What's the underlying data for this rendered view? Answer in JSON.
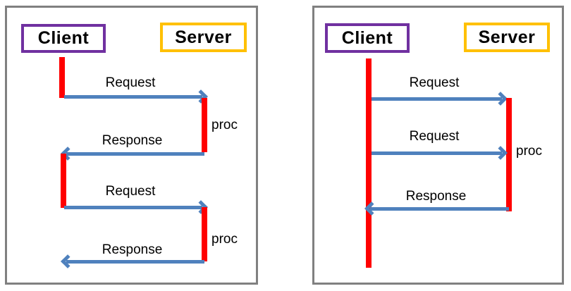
{
  "colors": {
    "panel_border": "#808080",
    "client_border": "#7030A0",
    "server_border": "#FFC000",
    "lifeline": "#FF0000",
    "arrow": "#4F81BD",
    "text": "#000000"
  },
  "diagram": {
    "panels": [
      {
        "client": "Client",
        "server": "Server",
        "messages": [
          {
            "label": "Request",
            "direction": "right"
          },
          {
            "label": "Response",
            "direction": "left"
          },
          {
            "label": "Request",
            "direction": "right"
          },
          {
            "label": "Response",
            "direction": "left"
          }
        ],
        "proc_labels": [
          "proc",
          "proc"
        ]
      },
      {
        "client": "Client",
        "server": "Server",
        "messages": [
          {
            "label": "Request",
            "direction": "right"
          },
          {
            "label": "Request",
            "direction": "right"
          },
          {
            "label": "Response",
            "direction": "left"
          }
        ],
        "proc_labels": [
          "proc"
        ]
      }
    ]
  }
}
